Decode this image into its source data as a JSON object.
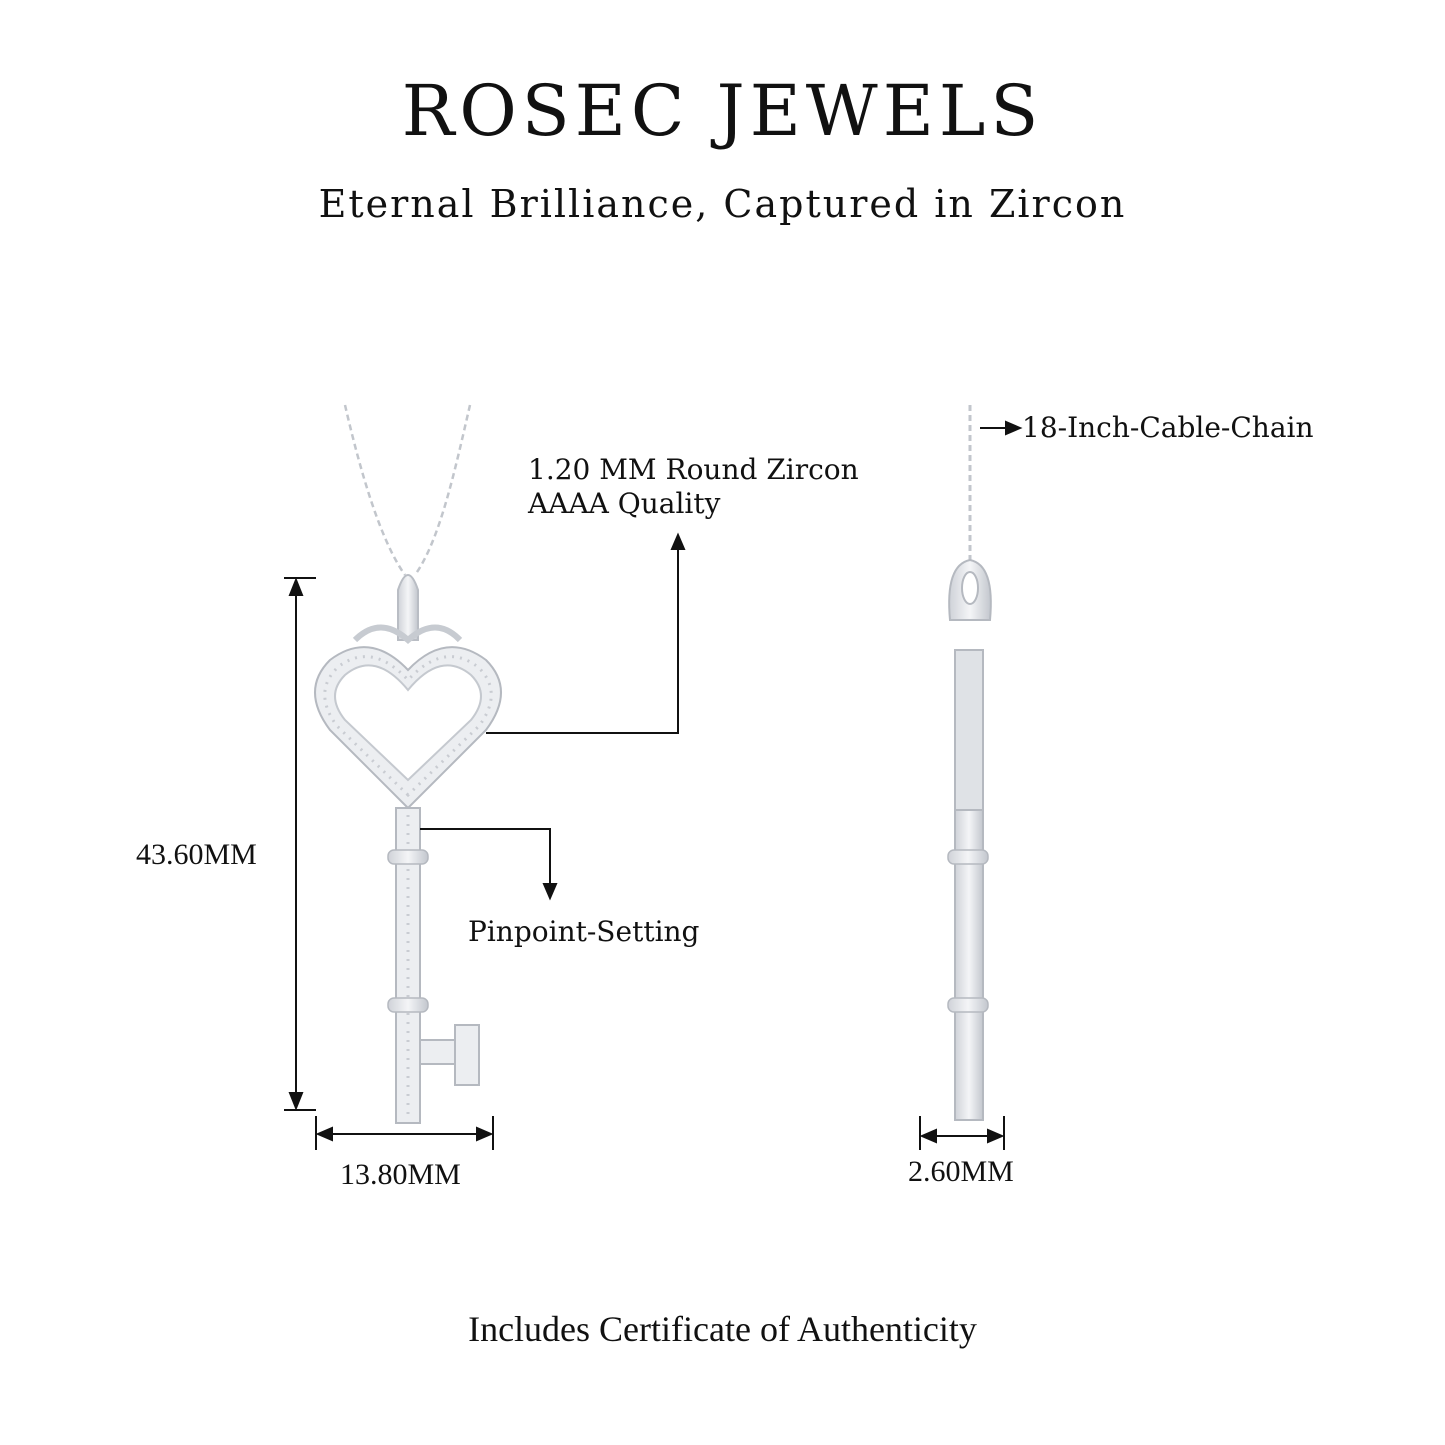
{
  "header": {
    "brand": "ROSEC JEWELS",
    "tagline": "Eternal Brilliance, Captured in Zircon"
  },
  "annotations": {
    "zircon_line1": "1.20 MM Round Zircon",
    "zircon_line2": "AAAA Quality",
    "setting": "Pinpoint-Setting",
    "chain": "18-Inch-Cable-Chain",
    "height": "43.60MM",
    "width": "13.80MM",
    "thickness": "2.60MM"
  },
  "footer": {
    "certificate": "Includes Certificate of Authenticity"
  },
  "colors": {
    "metal": "#e6e8ec",
    "metal_shadow": "#bfc3ca",
    "ink": "#111111"
  }
}
